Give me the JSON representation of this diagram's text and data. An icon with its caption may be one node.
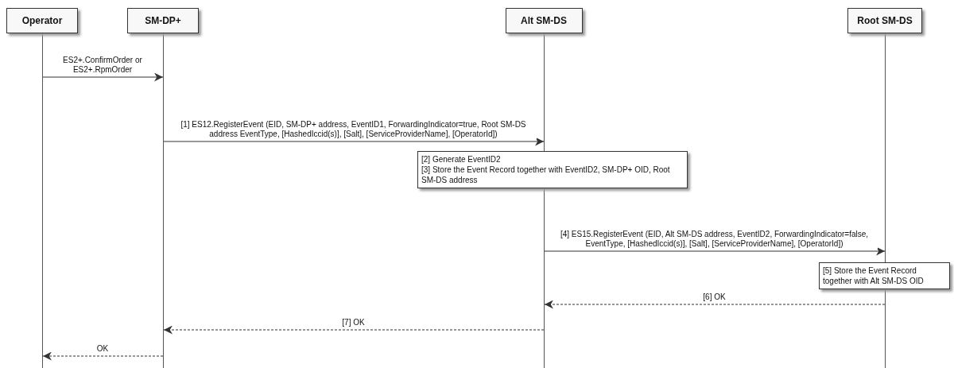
{
  "diagram": {
    "nodes": [
      {
        "text": [
          "Operator"
        ]
      },
      {
        "text": [
          "SM-DP+"
        ]
      },
      {
        "text": [
          "Alt SM-DS"
        ]
      },
      {
        "text": [
          "Root SM-DS"
        ]
      },
      {
        "text": [
          "[2] Generate EventID2",
          "[3] Store the Event Record together with EventID2, SM-DP+ OID, Root SM-DS address"
        ]
      },
      {
        "text": [
          "[5] Store the Event Record together with Alt SM-DS OID"
        ]
      }
    ],
    "edges": [
      {
        "from": 0,
        "to": 1,
        "arrow": "to",
        "label": "ES2+.ConfirmOrder or ES2+.RpmOrder"
      },
      {
        "from": 1,
        "to": 2,
        "arrow": "to",
        "label": "[1] ES12.RegisterEvent (EID, SM-DP+ address, EventID1, ForwardingIndicator=true, Root SM-DS address EventType, [HashedIccid(s)], [Salt], [ServiceProviderName], [OperatorId])"
      },
      {
        "from": 2,
        "to": 3,
        "arrow": "to",
        "label": "[4] ES15.RegisterEvent (EID, Alt SM-DS address, EventID2, ForwardingIndicator=false, EventType, [HashedIccid(s)], [Salt], [ServiceProviderName], [OperatorId])"
      },
      {
        "from": 3,
        "to": 2,
        "arrow": "to",
        "label": "[6] OK",
        "style": "dashed"
      },
      {
        "from": 2,
        "to": 1,
        "arrow": "to",
        "label": "[7] OK",
        "style": "dashed"
      },
      {
        "from": 1,
        "to": 0,
        "arrow": "to",
        "label": "OK",
        "style": "dashed"
      }
    ]
  }
}
